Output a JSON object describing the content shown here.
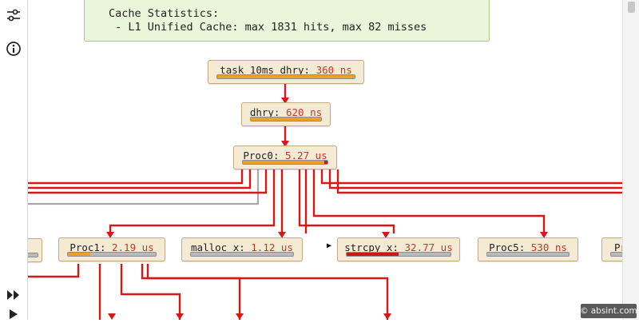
{
  "cache_stats": {
    "title": "Cache Statistics:",
    "line": " - L1 Unified Cache: max 1831 hits, max 82 misses"
  },
  "nodes": {
    "task": {
      "name": "task_10ms_dhry:",
      "value": "360 ns"
    },
    "dhry": {
      "name": "dhry:",
      "value": "620 ns"
    },
    "proc0": {
      "name": "Proc0:",
      "value": "5.27 us"
    },
    "proc1": {
      "name": "Proc1:",
      "value": "2.19 us"
    },
    "malloc": {
      "name": "malloc_x:",
      "value": "1.12 us"
    },
    "strcpy": {
      "name": "strcpy_x:",
      "value": "32.77 us"
    },
    "proc5": {
      "name": "Proc5:",
      "value": "530 ns"
    },
    "right_partial": {
      "name": "Pr",
      "value": ""
    }
  },
  "bars": {
    "task": {
      "orange": 1.0,
      "red": 0.0
    },
    "dhry": {
      "orange": 1.0,
      "red": 0.0
    },
    "proc0": {
      "orange": 0.96,
      "red": 0.04
    },
    "proc1": {
      "orange": 0.25,
      "red": 0.0
    },
    "malloc": {
      "orange": 0.0,
      "red": 0.0
    },
    "strcpy": {
      "orange": 0.0,
      "red": 0.5
    },
    "proc5": {
      "orange": 0.0,
      "red": 0.0
    }
  },
  "sidebar": {
    "icons": [
      "sliders-icon",
      "info-icon",
      "fast-forward-icon",
      "play-icon"
    ]
  },
  "watermark": {
    "text": "absint.com"
  },
  "colors": {
    "wire": "#d81818",
    "gray_wire": "#a8a8a8",
    "bar_orange": "#e9a12a",
    "bar_red": "#c81818",
    "value_text": "#c0392b",
    "node_bg": "#f5ead3",
    "stats_bg": "#eaf6d9"
  }
}
